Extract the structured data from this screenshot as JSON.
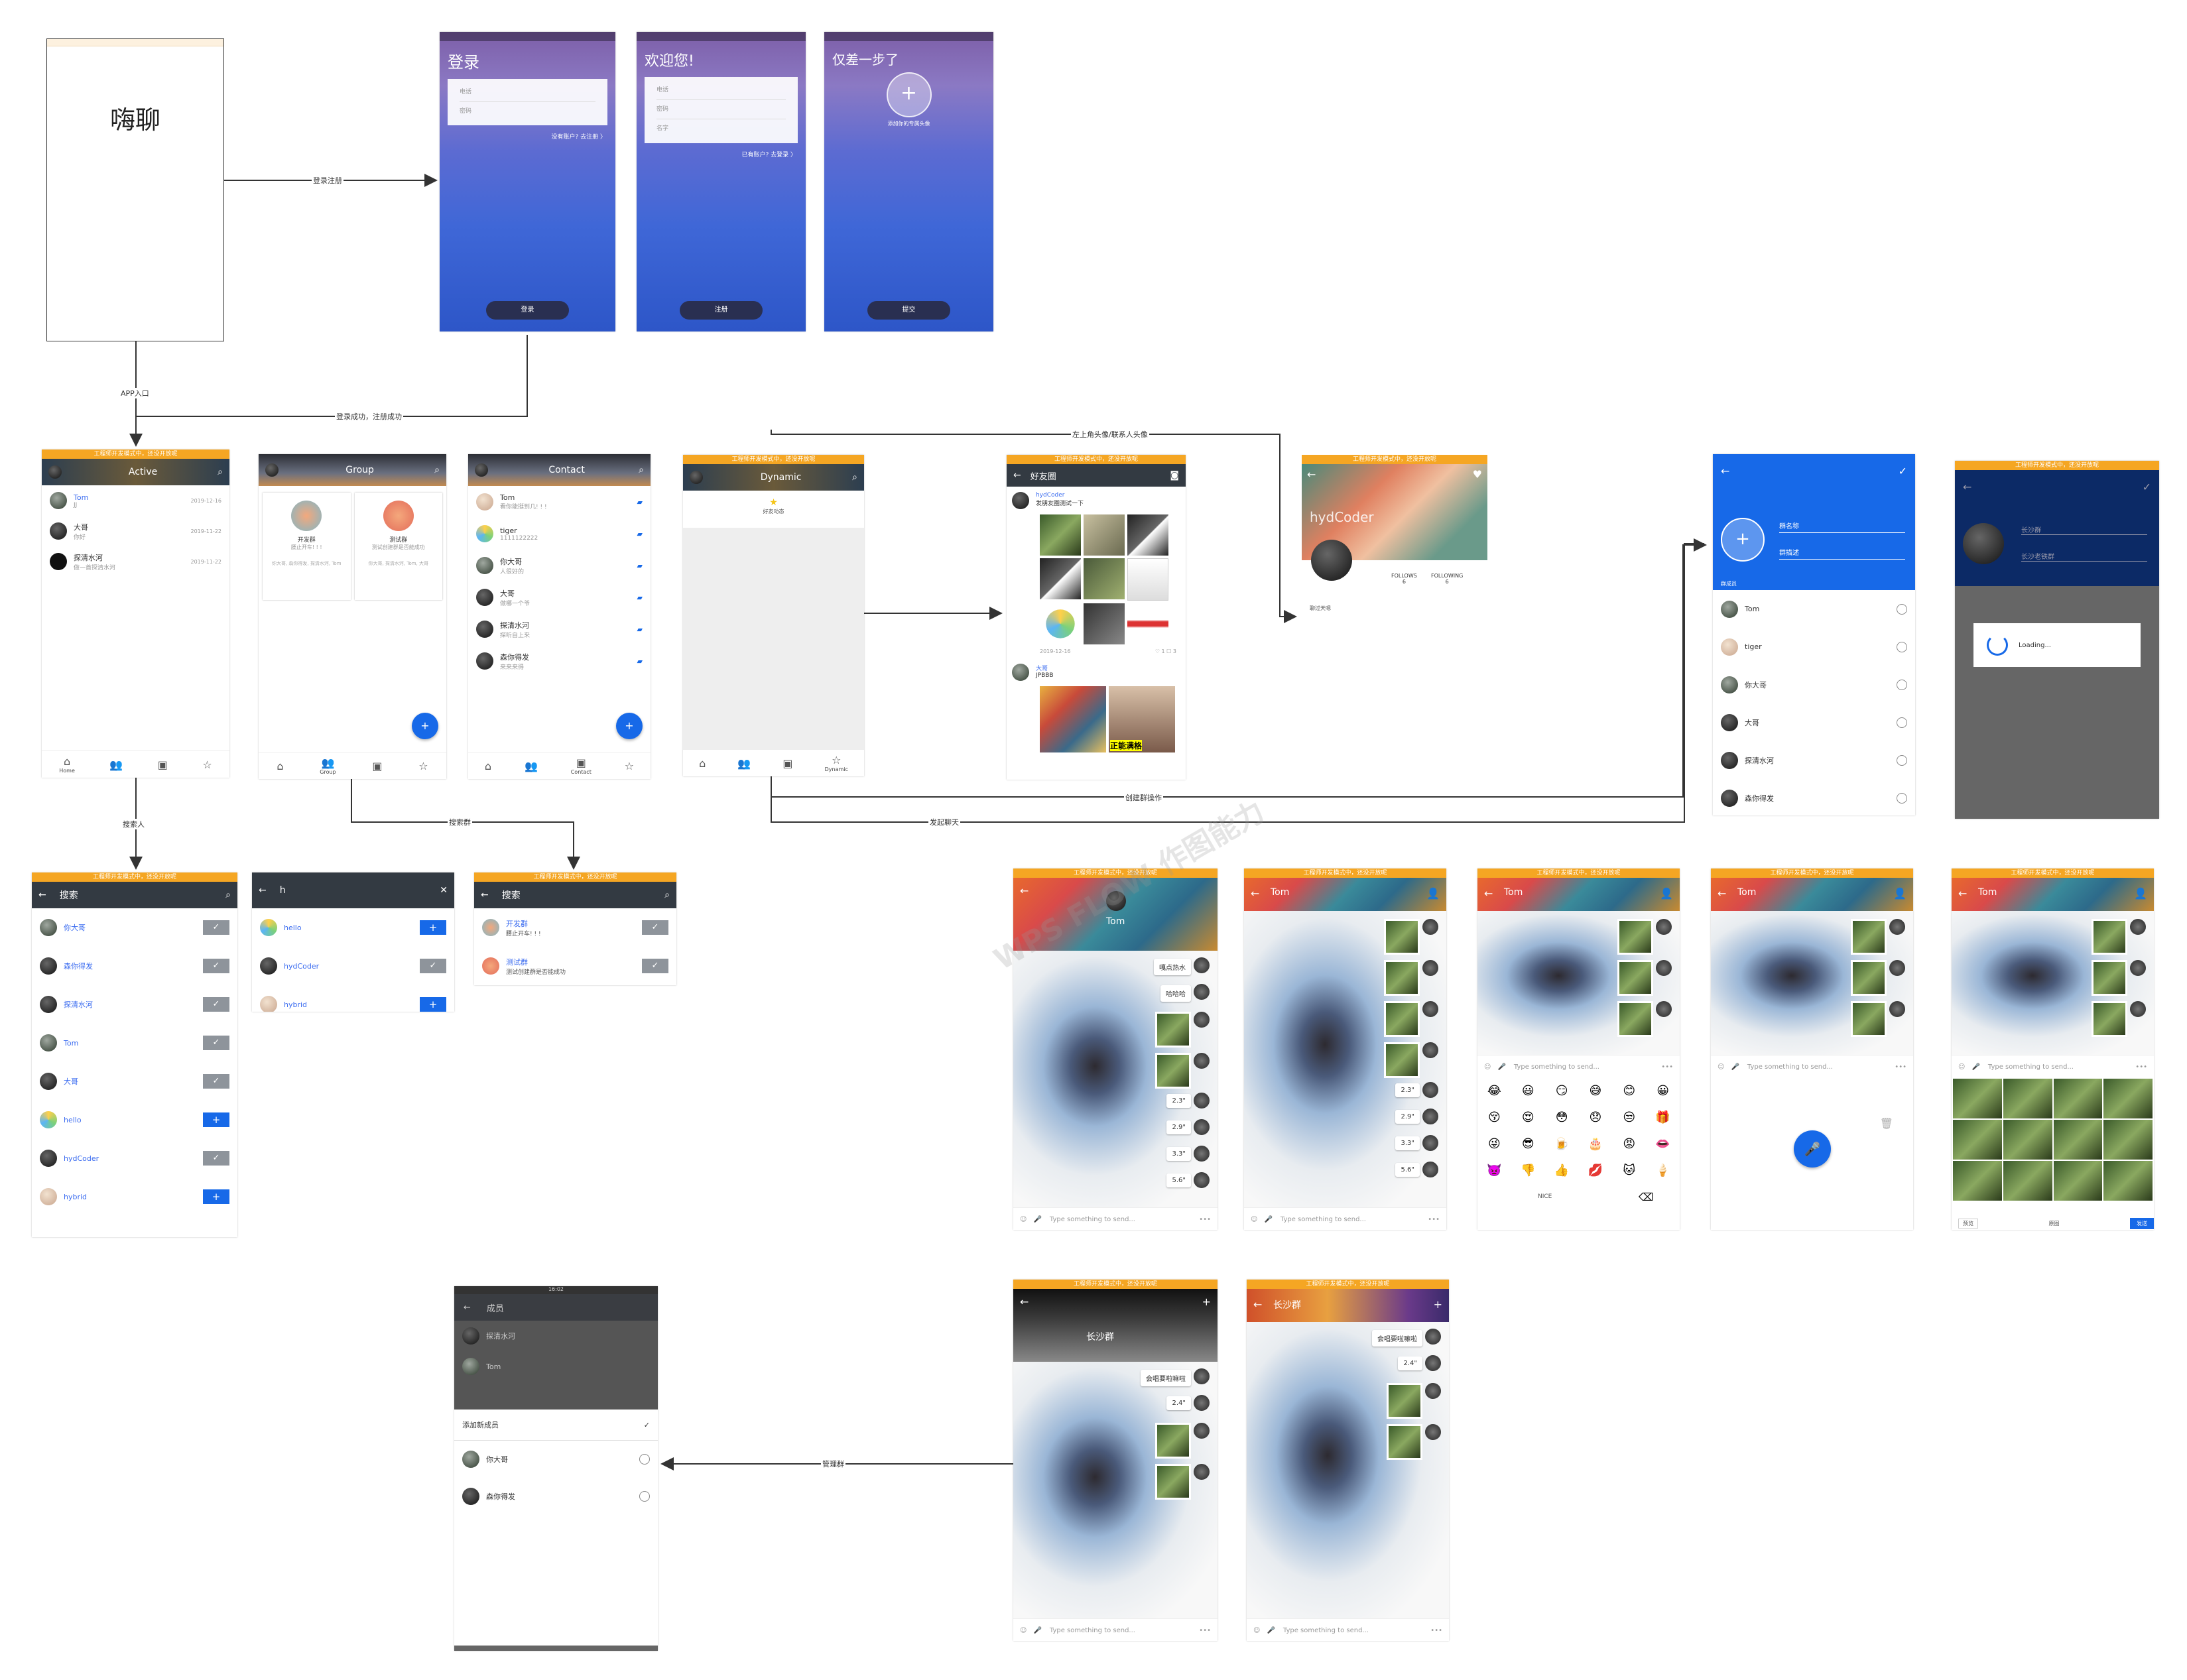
{
  "start": {
    "title": "嗨聊"
  },
  "edges": {
    "login": "登录注册",
    "app_entry": "APP入口",
    "login_success": "登录成功，注册成功",
    "avatar_link": "左上角头像/联系人头像",
    "search_person": "搜索人",
    "search_group": "搜索群",
    "create_group": "创建群操作",
    "start_chat": "发起聊天",
    "manage_group": "管理群"
  },
  "status_banner": "工程师开发模式中，还没开放呢",
  "login": {
    "screen1_title": "登录",
    "screen2_title": "欢迎您!",
    "screen3_title": "仅差一步了",
    "phone_ph": "电话",
    "password_ph": "密码",
    "name_ph": "名字",
    "no_account": "没有账户? 去注册 〉",
    "have_account": "已有账户? 去登录 〉",
    "add_avatar": "添加你的专属头像",
    "btn_login": "登录",
    "btn_register": "注册",
    "btn_done": "提交"
  },
  "active": {
    "title": "Active",
    "items": [
      {
        "name": "Tom",
        "msg": "JJ",
        "time": "2019-12-16"
      },
      {
        "name": "大哥",
        "msg": "你好",
        "time": "2019-11-22"
      },
      {
        "name": "探清水河",
        "msg": "做一首探清水河",
        "time": "2019-11-22"
      }
    ],
    "tab_home": "Home"
  },
  "group": {
    "title": "Group",
    "cards": [
      {
        "name": "开发群",
        "sub": "腰止开车! ! !",
        "members": "你大哥, 森你得发, 探清水河, Tom"
      },
      {
        "name": "测试群",
        "sub": "测试创建群是否能成功",
        "members": "你大哥, 探清水河, Tom, 大哥"
      }
    ],
    "tab": "Group"
  },
  "contact": {
    "title": "Contact",
    "items": [
      {
        "name": "Tom",
        "sub": "看你能挺到几! ! !"
      },
      {
        "name": "tiger",
        "sub": "1111122222"
      },
      {
        "name": "你大哥",
        "sub": "人很好的"
      },
      {
        "name": "大哥",
        "sub": "做哪一个爷"
      },
      {
        "name": "探清水河",
        "sub": "探听自上来"
      },
      {
        "name": "森你得发",
        "sub": "来来来得"
      }
    ],
    "tab": "Contact"
  },
  "dynamic": {
    "title": "Dynamic",
    "empty": "好友动态",
    "tab": "Dynamic"
  },
  "moments": {
    "title": "好友圈",
    "post1_user": "hydCoder",
    "post1_text": "发朋友圈测试一下",
    "post1_date": "2019-12-16",
    "post1_likes": "1",
    "post1_comments": "3",
    "post2_user": "大哥",
    "post2_text": "JPBBB",
    "caption": "正能满格",
    "profile_name": "hydCoder",
    "follows": "FOLLOWS",
    "following": "FOLLOWING",
    "follows_n": "6",
    "following_n": "6",
    "send_msg": "聊过天嗯"
  },
  "create_group": {
    "name_ph": "群名称",
    "desc_ph": "群描述",
    "members_lbl": "群成员",
    "members": [
      "Tom",
      "tiger",
      "你大哥",
      "大哥",
      "探清水河",
      "森你得发"
    ],
    "loading": "Loading...",
    "filled_name": "长沙群",
    "filled_desc": "长沙老铁群"
  },
  "search": {
    "title": "搜索",
    "query": "h",
    "people": [
      "你大哥",
      "森你得发",
      "探清水河",
      "Tom",
      "大哥",
      "hello",
      "hydCoder",
      "hybrid"
    ],
    "people_added": [
      true,
      true,
      true,
      true,
      true,
      false,
      true,
      false
    ],
    "people2": [
      "hello",
      "hydCoder",
      "hybrid"
    ],
    "people2_added": [
      false,
      true,
      false
    ],
    "groups": [
      {
        "name": "开发群",
        "sub": "腰止开车! ! !"
      },
      {
        "name": "测试群",
        "sub": "测试创建群是否能成功"
      }
    ]
  },
  "chat": {
    "peer": "Tom",
    "placeholder": "Type something to send...",
    "msgs": [
      "嘎点热水",
      "哈哈哈"
    ],
    "voice": [
      "2.4\"",
      "2.3\"",
      "2.9\"",
      "3.3\"",
      "5.6\""
    ],
    "nice": "NICE",
    "preview": "预览",
    "original": "原图",
    "send": "发送",
    "group_title": "长沙群",
    "group_msg": "会唱要啦嘛啦"
  },
  "members_screen": {
    "title": "成员",
    "time": "16:02",
    "members": [
      "探清水河",
      "Tom"
    ],
    "add": "添加新成员",
    "candidates": [
      "你大哥",
      "森你得发"
    ]
  },
  "watermark": "WPS FLOW  作图能力"
}
